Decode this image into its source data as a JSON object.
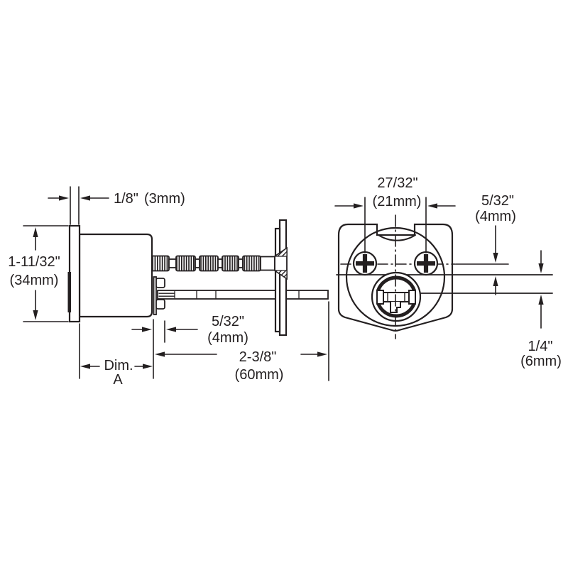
{
  "colors": {
    "ink": "#231f20",
    "background": "#ffffff"
  },
  "side_view": {
    "face_thickness": {
      "inches": "1/8\"",
      "mm": "(3mm)"
    },
    "cylinder_height": {
      "inches": "1-11/32\"",
      "mm": "(34mm)"
    },
    "clip_clearance": {
      "inches": "5/32\"",
      "mm": "(4mm)"
    },
    "dim_a": {
      "label": "Dim.",
      "sub": "A"
    },
    "tailpiece_length": {
      "inches": "2-3/8\"",
      "mm": "(60mm)"
    }
  },
  "rear_view": {
    "screw_spacing": {
      "inches": "27/32\"",
      "mm": "(21mm)"
    },
    "screw_to_cam_top": {
      "inches": "5/32\"",
      "mm": "(4mm)"
    },
    "cam_top_to_center": {
      "inches": "1/4\"",
      "mm": "(6mm)"
    }
  }
}
